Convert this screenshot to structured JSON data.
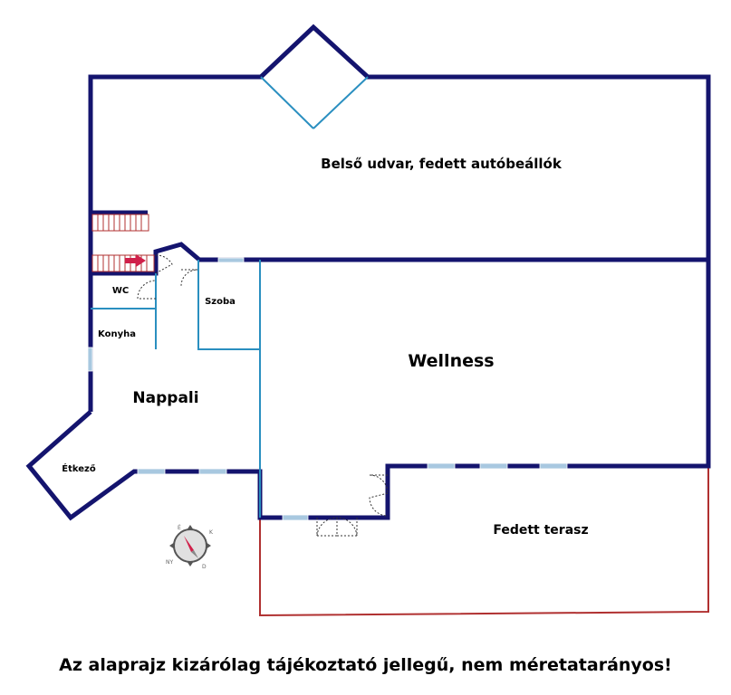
{
  "rooms": {
    "courtyard": "Belső udvar, fedett autóbeállók",
    "wellness": "Wellness",
    "nappali": "Nappali",
    "szoba": "Szoba",
    "wc": "WC",
    "konyha": "Konyha",
    "etkezo": "Étkező",
    "terasz": "Fedett terasz"
  },
  "compass": {
    "north": "É",
    "east": "K",
    "south": "D",
    "west": "NY"
  },
  "disclaimer": "Az alaprajz kizárólag tájékoztató jellegű, nem méretatarányos!",
  "colors": {
    "outer_wall": "#14146e",
    "inner_wall": "#2a8fc0",
    "terrace": "#b03030",
    "window": "#a8c8e0",
    "stair": "#b03030",
    "arrow": "#d0204a"
  }
}
